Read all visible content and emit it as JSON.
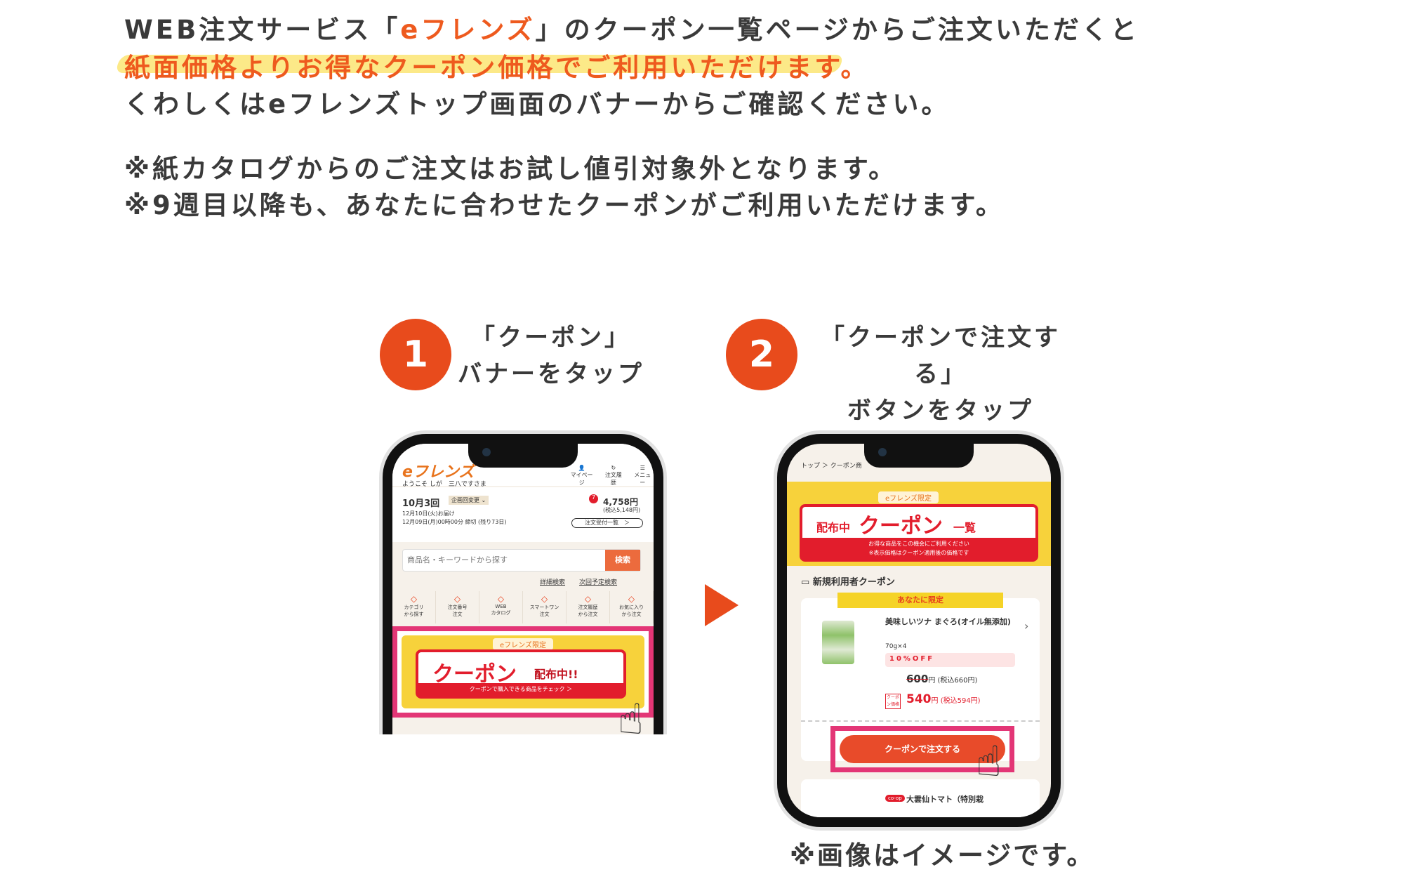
{
  "intro": {
    "line1_a": "WEB注文サービス「",
    "line1_b": "eフレンズ",
    "line1_c": "」のクーポン一覧ページからご注文いただくと",
    "line2": "紙面価格よりお得なクーポン価格でご利用いただけます。",
    "line3": "くわしくはeフレンズトップ画面のバナーからご確認ください。",
    "note1": "※紙カタログからのご注文はお試し値引対象外となります。",
    "note2": "※9週目以降も、あなたに合わせたクーポンがご利用いただけます。"
  },
  "steps": [
    {
      "num": "1",
      "line1": "「クーポン」",
      "line2": "バナーをタップ"
    },
    {
      "num": "2",
      "line1": "「クーポンで注文する」",
      "line2": "ボタンをタップ"
    }
  ],
  "phone1": {
    "logo": "eフレンズ",
    "welcome": "ようこそ しが　三八ですさま",
    "header_icons": [
      {
        "icon": "user-icon",
        "label": "マイページ"
      },
      {
        "icon": "history-icon",
        "label": "注文履歴"
      },
      {
        "icon": "menu-icon",
        "label": "メニュー"
      }
    ],
    "round": "10月3回",
    "round_change": "企画回変更 ⌄",
    "delivery": "12月10日(火)お届け",
    "deadline": "12月09日(月)00時00分 締切 (残り73日)",
    "cart_count": "7",
    "cart_total": "4,758円",
    "cart_tax": "(税込5,148円)",
    "order_list": "注文受付一覧　＞",
    "search_placeholder": "商品名・キーワードから探す",
    "search_button": "検索",
    "links": [
      "詳細検索",
      "次回予定検索"
    ],
    "menu": [
      {
        "icon": "tag-icon",
        "label": "カテゴリ\nから探す"
      },
      {
        "icon": "memo-icon",
        "label": "注文番号\n注文"
      },
      {
        "icon": "book-icon",
        "label": "WEB\nカタログ"
      },
      {
        "icon": "arrow-icon",
        "label": "スマートワン\n注文"
      },
      {
        "icon": "yen-history-icon",
        "label": "注文履歴\nから注文"
      },
      {
        "icon": "heart-icon",
        "label": "お気に入り\nから注文"
      }
    ],
    "banner_tag": "eフレンズ限定",
    "banner_title": "クーポン",
    "banner_title2": "配布中!!",
    "banner_sub": "クーポンで購入できる商品をチェック ＞"
  },
  "phone2": {
    "breadcrumb": "トップ ＞ クーポン商",
    "banner_tag": "eフレンズ限定",
    "banner_pre": "配布中",
    "banner_title": "クーポン",
    "banner_post": "一覧",
    "banner_sub1": "お得な商品をこの機会にご利用ください",
    "banner_sub2": "※表示価格はクーポン適用後の価格です",
    "section": "新規利用者クーポン",
    "ribbon": "あなたに限定",
    "product": "美味しいツナ まぐろ(オイル無添加)",
    "size": "70g×4",
    "discount": "10%OFF",
    "old_price": "600",
    "old_unit": "円",
    "old_tax": "(税込660円)",
    "coupon_label": "クーポン価格",
    "new_price": "540",
    "new_unit": "円",
    "new_tax": "(税込594円)",
    "order_button": "クーポンで注文する",
    "next_brand": "co-op",
    "next_product": "大雲仙トマト（特別栽"
  },
  "caption": "※画像はイメージです。",
  "colors": {
    "accent": "#e84b1c",
    "highlight": "#fbe36a",
    "pink_frame": "#e33676",
    "coupon_red": "#e21d2c"
  }
}
